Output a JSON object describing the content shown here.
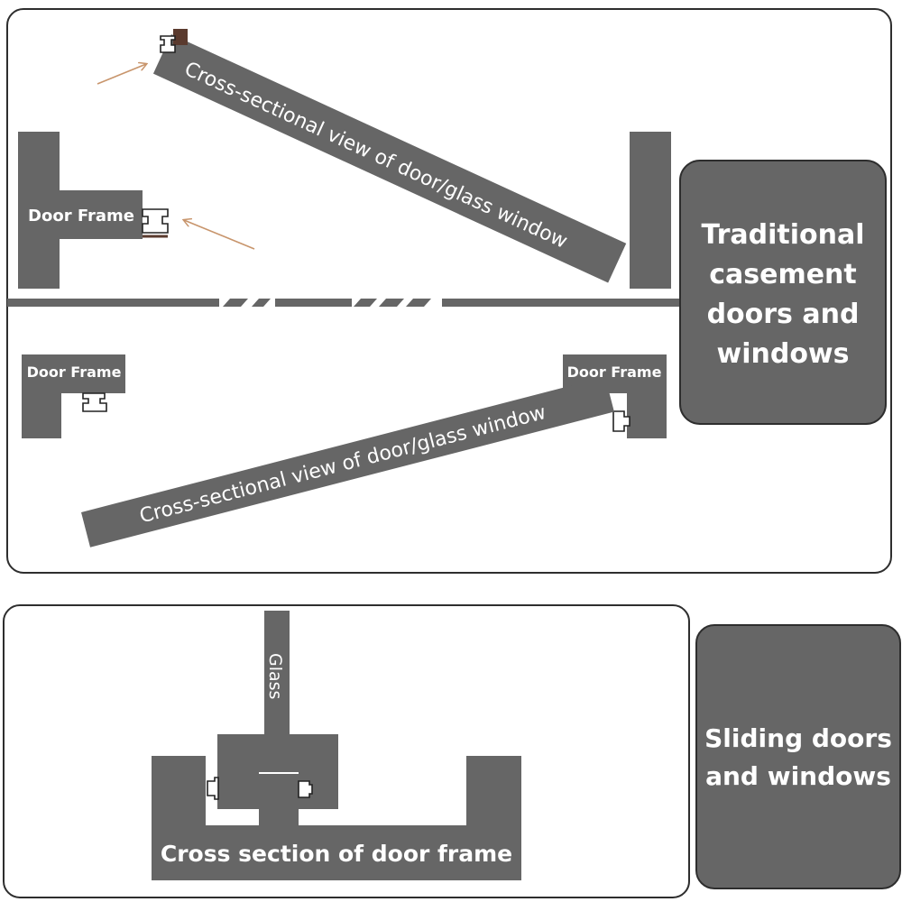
{
  "colors": {
    "shape_fill": "#666666",
    "panel_border": "#2e2e2e",
    "arrow": "#c8956c",
    "hinge": "#5a3a2e",
    "background": "#ffffff"
  },
  "casement": {
    "title_line1": "Traditional",
    "title_line2": "casement",
    "title_line3": "doors and",
    "title_line4": "windows",
    "top_panel_label": "Cross-sectional view of door/glass window",
    "top_frame_label": "Door Frame",
    "bottom_left_frame_label": "Door Frame",
    "bottom_right_frame_label": "Door Frame",
    "bottom_panel_label": "Cross-sectional view of door/glass window"
  },
  "sliding": {
    "title_line1": "Sliding doors",
    "title_line2": "and windows",
    "glass_label": "Glass",
    "frame_section_label": "Cross section of door frame"
  }
}
